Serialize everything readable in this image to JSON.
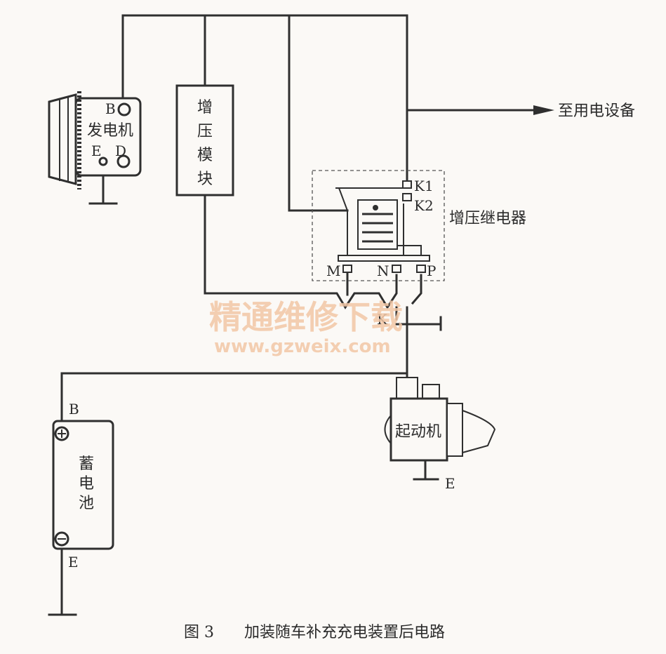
{
  "generator": {
    "name": "发电机",
    "terminal_b": "B",
    "terminal_e": "E",
    "terminal_d": "D"
  },
  "boost_module": {
    "name_chars": [
      "增",
      "压",
      "模",
      "块"
    ]
  },
  "relay": {
    "name": "增压继电器",
    "k1": "K1",
    "k2": "K2",
    "m": "M",
    "n": "N",
    "p": "P"
  },
  "switch": {
    "k": "K"
  },
  "output": {
    "label": "至用电设备"
  },
  "starter": {
    "name": "起动机",
    "terminal_e": "E"
  },
  "battery": {
    "name_chars": [
      "蓄",
      "电",
      "池"
    ],
    "terminal_b": "B",
    "terminal_e": "E"
  },
  "watermark": {
    "main": "精通维修下载",
    "url": "www.gzweix.com"
  },
  "caption": {
    "figure": "图 3",
    "title": "加装随车补充充电装置后电路"
  },
  "colors": {
    "line": "#2f2f2f",
    "watermark": "#f2c7a6",
    "background": "#fbf9f6"
  }
}
